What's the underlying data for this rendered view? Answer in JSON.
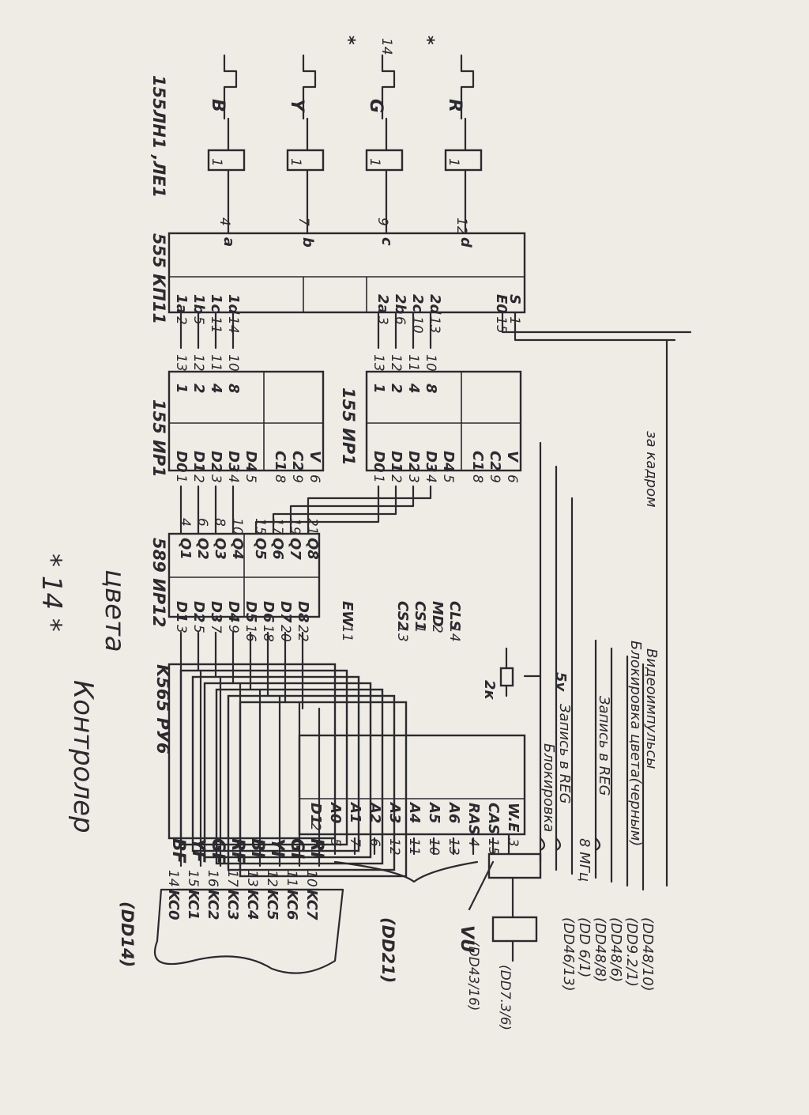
{
  "title": {
    "stars_number": "* 14 *",
    "line1": "Контролер",
    "line2": "цвета"
  },
  "chips": {
    "ram": "K565 РУ6",
    "latch": "589 ИР12",
    "reg1": "155 ИР1",
    "reg2": "155 ИР1",
    "mux": "555 КП11",
    "inv": "155ЛН1 ,ЛЕ1"
  },
  "outputs": {
    "b": "B",
    "y": "Y",
    "g": "G",
    "r": "R",
    "star1": "*",
    "star2": "*",
    "g_mark": "14"
  },
  "dd14": {
    "label": "(DD14)",
    "pins": [
      "KC0",
      "KC1",
      "KC2",
      "KC3",
      "KC4",
      "KC5",
      "KC6",
      "KC7"
    ],
    "nums": [
      "14",
      "15",
      "16",
      "17",
      "13",
      "12",
      "11",
      "10"
    ],
    "signals": [
      "BF",
      "YF",
      "GF",
      "RF",
      "BI",
      "YI",
      "GI",
      "RI"
    ]
  },
  "ram_pins": {
    "names": [
      "D1",
      "A0",
      "A1",
      "A2",
      "A3",
      "A4",
      "A5",
      "A6",
      "RAS",
      "CAS",
      "W.E"
    ],
    "nums": [
      "2",
      "5",
      "7",
      "6",
      "12",
      "11",
      "10",
      "13",
      "4",
      "15",
      "3"
    ]
  },
  "latch_pins": {
    "inputs": [
      "D1",
      "D2",
      "D3",
      "D4",
      "D5",
      "D6",
      "D7",
      "D8"
    ],
    "in_nums": [
      "3",
      "5",
      "7",
      "9",
      "16",
      "18",
      "20",
      "22"
    ],
    "outputs": [
      "Q1",
      "Q2",
      "Q3",
      "Q4",
      "Q5",
      "Q6",
      "Q7",
      "Q8"
    ],
    "out_nums": [
      "4",
      "6",
      "8",
      "10",
      "15",
      "17",
      "19",
      "21"
    ],
    "ew": "EW",
    "ew_num": "11",
    "ctrl": [
      "CS2",
      "CS1",
      "MD",
      "CLS"
    ],
    "ctrl_nums": [
      "13",
      "1",
      "2",
      "14"
    ]
  },
  "reg_pins": {
    "inputs": [
      "D0",
      "D1",
      "D2",
      "D3",
      "D4",
      "C1",
      "C2",
      "V"
    ],
    "in_nums": [
      "1",
      "2",
      "3",
      "4",
      "5",
      "8",
      "9",
      "6"
    ],
    "outputs": [
      "1",
      "2",
      "4",
      "8"
    ],
    "out1_nums": [
      "13",
      "12",
      "11",
      "10"
    ],
    "out2_nums": [
      "13",
      "12",
      "11",
      "10"
    ]
  },
  "mux_pins": {
    "in1": [
      "1a",
      "1b",
      "1c",
      "1d"
    ],
    "in1_nums": [
      "2",
      "5",
      "11",
      "14"
    ],
    "in2": [
      "2a",
      "2b",
      "2c",
      "2d"
    ],
    "in2_nums": [
      "3",
      "6",
      "10",
      "13"
    ],
    "ctrl": [
      "E0",
      "S"
    ],
    "ctrl_nums": [
      "15",
      "1"
    ],
    "outs": [
      "a",
      "b",
      "c",
      "d"
    ],
    "out_nums": [
      "4",
      "7",
      "9",
      "12"
    ]
  },
  "inverter_pin": "1",
  "resistor": "2к",
  "supply": "5v",
  "labels": {
    "dd21": "(DD21)",
    "vu": "VU",
    "dd43": "(DD43/16)",
    "dd73": "(DD7.3/6)"
  },
  "right_signals": [
    "Блокировка",
    "Запись в REG",
    "8 МГц",
    "Запись в REG",
    "Блокировка цвета(черным)",
    "Видеоимпульсы",
    "за кадром"
  ],
  "right_refs": [
    "(DD46/13)",
    "(DD 6/1)",
    "(DD48/8)",
    "(DD48/6)",
    "(DD9.2/1)",
    "(DD48/10)"
  ]
}
